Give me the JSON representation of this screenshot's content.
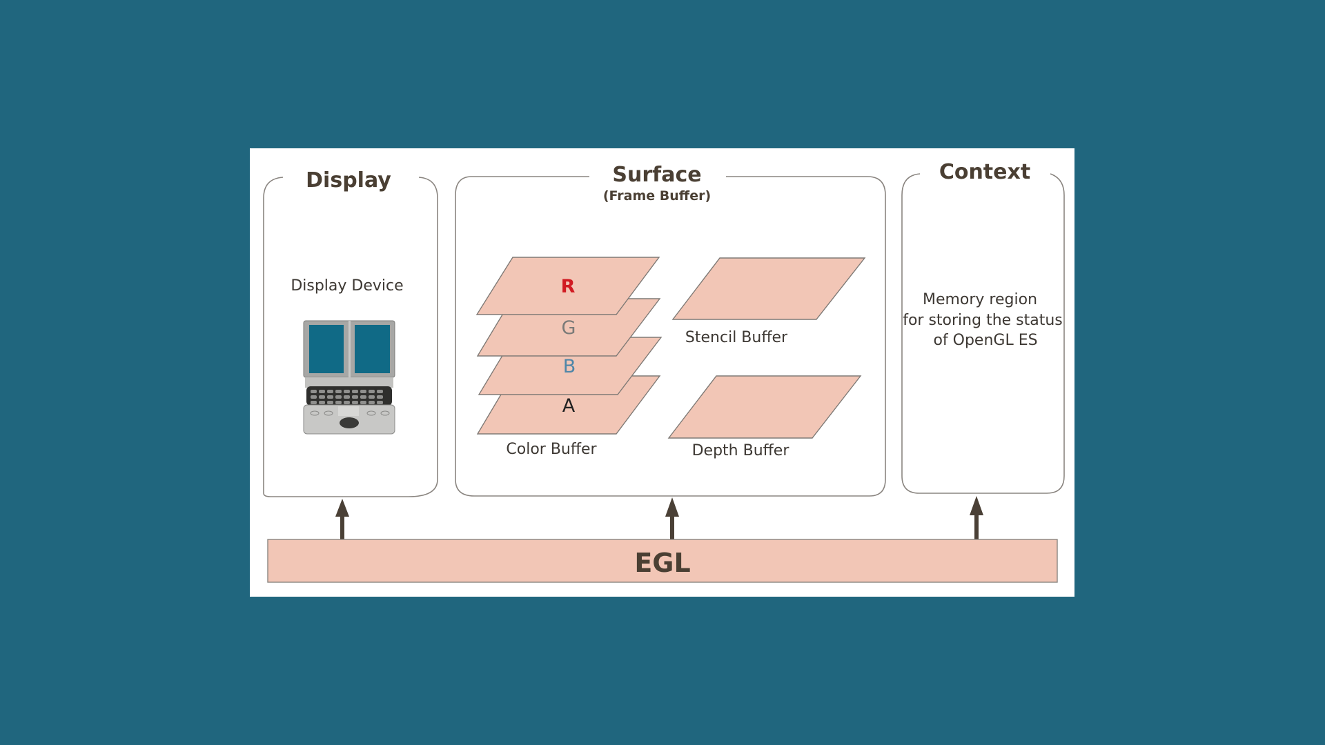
{
  "diagram": {
    "colors": {
      "background": "#20667e",
      "card": "#ffffff",
      "buffer_fill": "#f2c6b6",
      "heading_text": "#4a3f33",
      "arrow": "#4a4036",
      "r_channel": "#d11a22",
      "g_channel": "#7a7a78",
      "b_channel": "#4f86a8",
      "a_channel": "#222222"
    },
    "display": {
      "title": "Display",
      "device_label": "Display Device",
      "device_icon": "handheld-device-icon"
    },
    "surface": {
      "title": "Surface",
      "subtitle": "(Frame Buffer)",
      "color_buffer": {
        "label": "Color Buffer",
        "channels": [
          "R",
          "G",
          "B",
          "A"
        ]
      },
      "stencil_buffer": {
        "label": "Stencil Buffer"
      },
      "depth_buffer": {
        "label": "Depth Buffer"
      }
    },
    "context": {
      "title": "Context",
      "description_lines": [
        "Memory region",
        "for storing the status",
        "of OpenGL ES"
      ]
    },
    "egl": {
      "label": "EGL",
      "arrows_to": [
        "Display",
        "Surface",
        "Context"
      ]
    }
  }
}
